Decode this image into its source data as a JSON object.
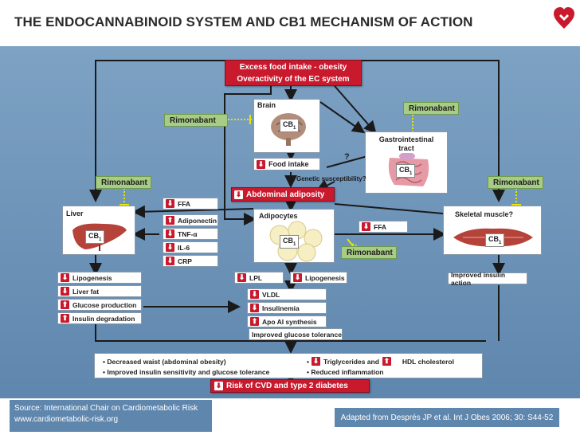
{
  "title": "THE ENDOCANNABINOID SYSTEM AND CB1 MECHANISM OF ACTION",
  "top_box": {
    "line1": "Excess food intake - obesity",
    "line2": "Overactivity of the EC system"
  },
  "rimonabant": "Rimonabant",
  "brain": {
    "label": "Brain",
    "cb1": "CB"
  },
  "food_intake": "Food intake",
  "gi": {
    "label": "Gastrointestinal tract",
    "cb1": "CB"
  },
  "question_mark": "?",
  "genetic": "Genetic susceptibility?",
  "abdominal": "Abdominal adiposity",
  "liver": {
    "label": "Liver",
    "cb1": "CB"
  },
  "adipocytes": {
    "label": "Adipocytes",
    "cb1": "CB"
  },
  "skeletal": {
    "label": "Skeletal muscle?",
    "cb1": "CB"
  },
  "adipo_outputs": [
    {
      "dir": "down",
      "text": "FFA"
    },
    {
      "dir": "up",
      "text": "Adiponectin"
    },
    {
      "dir": "down",
      "text": "TNF-α"
    },
    {
      "dir": "down",
      "text": "IL-6"
    },
    {
      "dir": "down",
      "text": "CRP"
    }
  ],
  "ffa_muscle": {
    "dir": "down",
    "text": "FFA"
  },
  "liver_effects": [
    {
      "dir": "down",
      "text": "Lipogenesis"
    },
    {
      "dir": "down",
      "text": "Liver fat"
    },
    {
      "dir": "up",
      "text": "Glucose production"
    },
    {
      "dir": "up",
      "text": "Insulin degradation"
    }
  ],
  "lpl": {
    "dir": "down",
    "text": "LPL"
  },
  "lipogenesis_adipo": {
    "dir": "down",
    "text": "Lipogenesis"
  },
  "center_effects": [
    {
      "dir": "down",
      "text": "VLDL"
    },
    {
      "dir": "down",
      "text": "Insulinemia"
    },
    {
      "dir": "up",
      "text": "Apo AI synthesis"
    }
  ],
  "improved_glucose": "Improved glucose tolerance",
  "improved_insulin": "Improved insulin action",
  "bottom_left": [
    "• Decreased waist (abdominal obesity)",
    "• Improved insulin sensitivity and glucose tolerance"
  ],
  "bottom_right_1a": "•",
  "bottom_right_1b": "Triglycerides and",
  "bottom_right_1c": "HDL cholesterol",
  "bottom_right_2": "• Reduced inflammation",
  "risk": "Risk of CVD and type 2 diabetes",
  "footer_source": [
    "Source: International Chair on Cardiometabolic Risk",
    "www.cardiometabolic-risk.org"
  ],
  "footer_adapted": "Adapted from Després JP et al. Int J Obes 2006; 30: S44-52",
  "arrow_glyphs": {
    "down": "⬇",
    "up": "⬆"
  },
  "colors": {
    "red": "#c8192d",
    "green": "#a7cc85",
    "panel": "#6d93b8"
  }
}
